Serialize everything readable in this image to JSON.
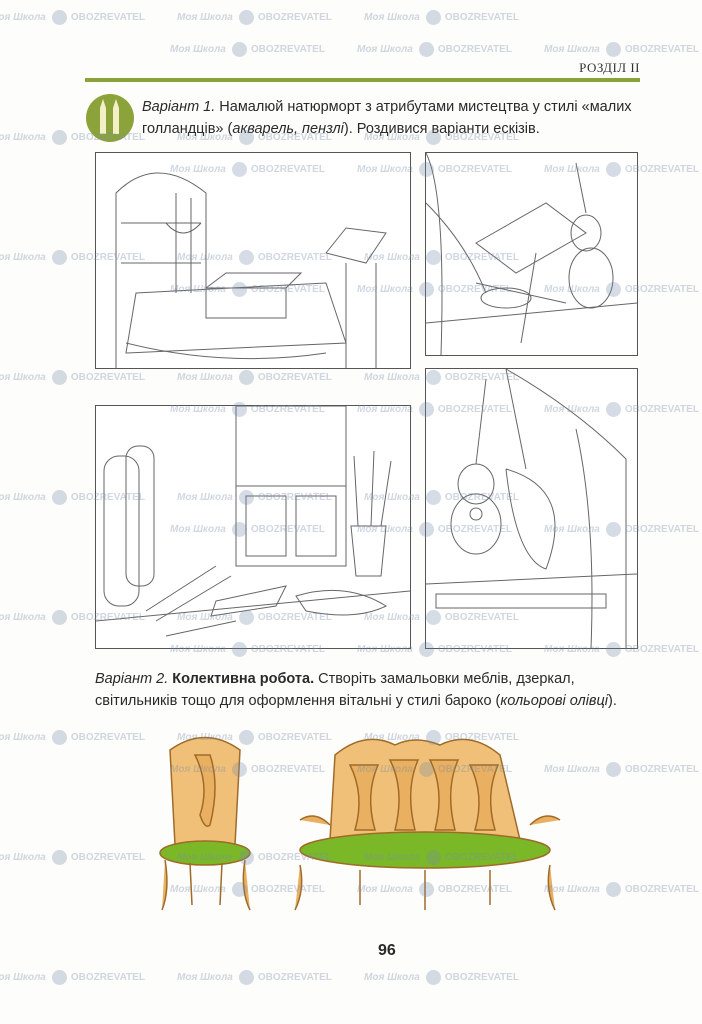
{
  "header": {
    "section": "РОЗДІЛ II"
  },
  "task1": {
    "label": "Варіант 1.",
    "text": " Намалюй натюрморт з атрибутами мистецтва у стилі «малих голландців» (",
    "materials": "акварель, пензлі",
    "text_end": "). Роздивися варіанти ескізів."
  },
  "task2": {
    "label": "Варіант 2.",
    "title": " Колективна робота.",
    "text": " Створіть замальовки меблів, дзеркал, світильників тощо для оформлення вітальні у стилі бароко (",
    "materials": "кольорові олівці",
    "text_end": ")."
  },
  "page_number": "96",
  "watermark": {
    "school": "Моя Школа",
    "brand": "OBOZREVATEL"
  },
  "colors": {
    "accent": "#8aa23a",
    "wood": "#e0a050",
    "seat": "#7ab828"
  }
}
